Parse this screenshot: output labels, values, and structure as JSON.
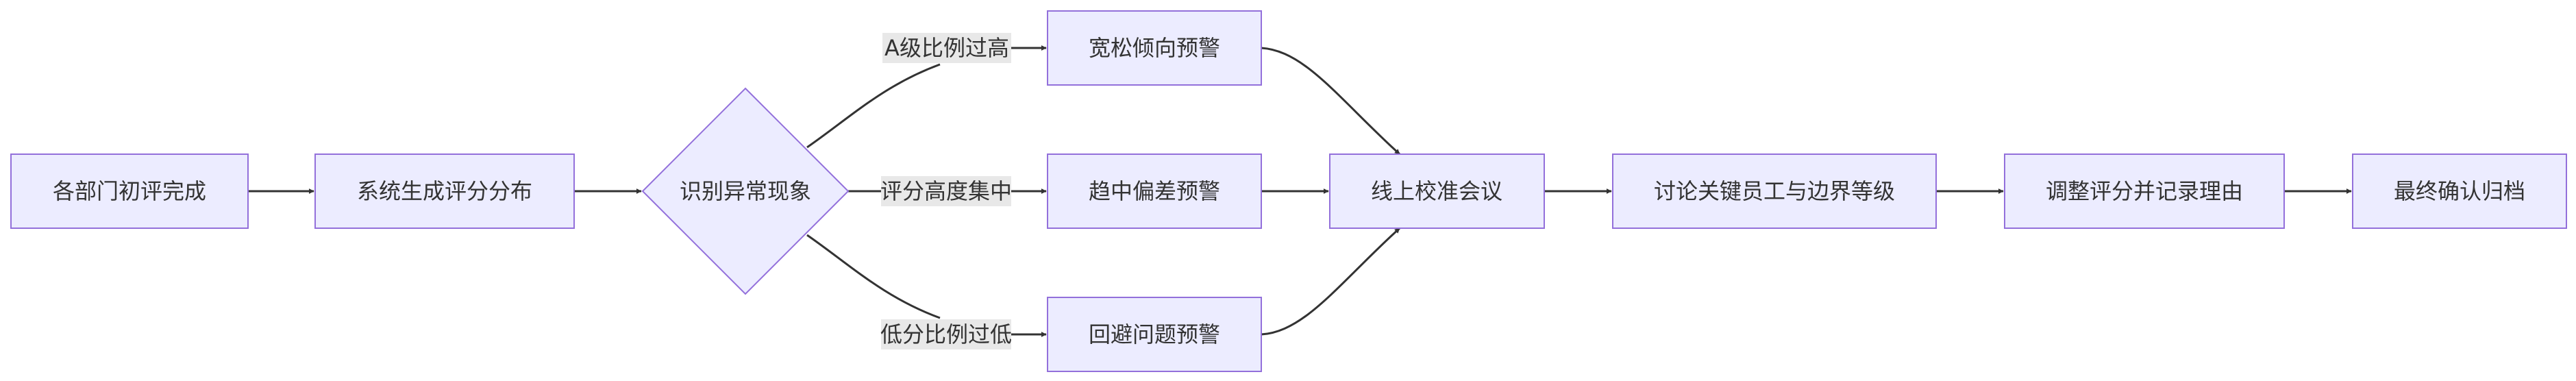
{
  "nodes": {
    "initial_review_done": "各部门初评完成",
    "system_generate_distribution": "系统生成评分分布",
    "detect_anomaly": "识别异常现象",
    "lenient_warning": "宽松倾向预警",
    "central_tendency_warning": "趋中偏差预警",
    "avoidance_warning": "回避问题预警",
    "online_calibration_meeting": "线上校准会议",
    "discuss_key_employees": "讨论关键员工与边界等级",
    "adjust_and_record": "调整评分并记录理由",
    "final_confirm_archive": "最终确认归档"
  },
  "edge_labels": {
    "a_ratio_too_high": "A级比例过高",
    "scores_highly_concentrated": "评分高度集中",
    "low_score_ratio_too_low": "低分比例过低"
  },
  "colors": {
    "node_fill": "#ececff",
    "node_stroke": "#9370db",
    "edge": "#333333",
    "label_bg": "#e8e8e8"
  }
}
